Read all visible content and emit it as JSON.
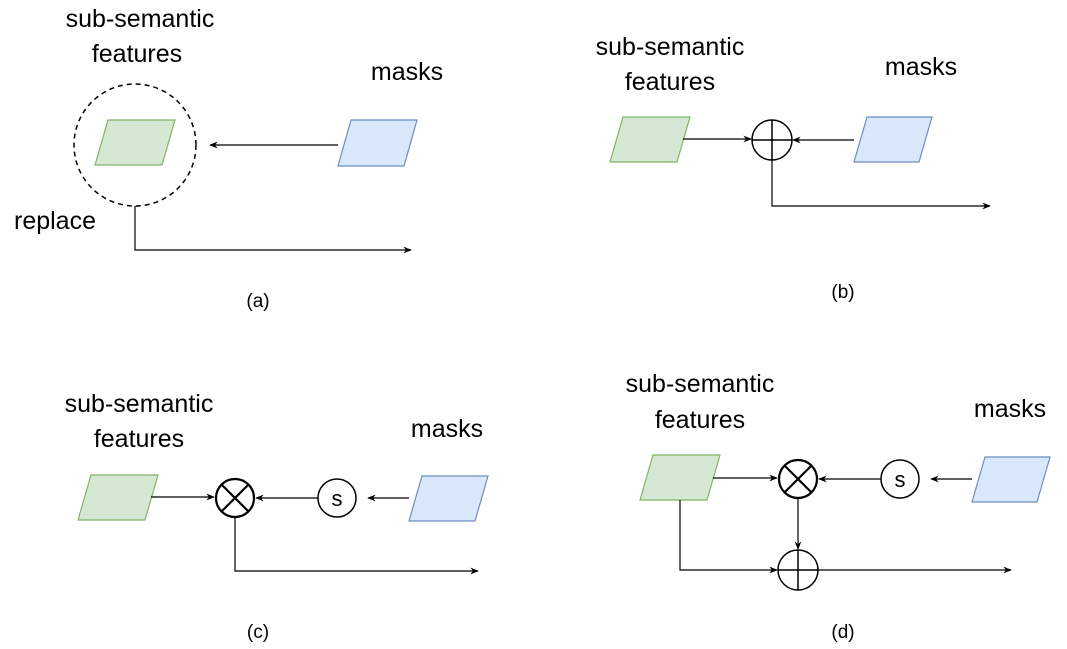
{
  "colors": {
    "feature_fill": "#d5e8d4",
    "feature_stroke": "#82b366",
    "mask_fill": "#dae8fc",
    "mask_stroke": "#6c8ebf",
    "line": "#000000",
    "background": "#ffffff"
  },
  "panel_a": {
    "features_line1": "sub-semantic",
    "features_line2": "features",
    "masks": "masks",
    "replace": "replace",
    "caption": "(a)"
  },
  "panel_b": {
    "features_line1": "sub-semantic",
    "features_line2": "features",
    "masks": "masks",
    "caption": "(b)"
  },
  "panel_c": {
    "features_line1": "sub-semantic",
    "features_line2": "features",
    "masks": "masks",
    "sigmoid": "s",
    "caption": "(c)"
  },
  "panel_d": {
    "features_line1": "sub-semantic",
    "features_line2": "features",
    "masks": "masks",
    "sigmoid": "s",
    "caption": "(d)"
  },
  "icons": {
    "add": "circle-plus-icon",
    "multiply": "circle-times-icon",
    "sigmoid": "circle-s-icon"
  }
}
